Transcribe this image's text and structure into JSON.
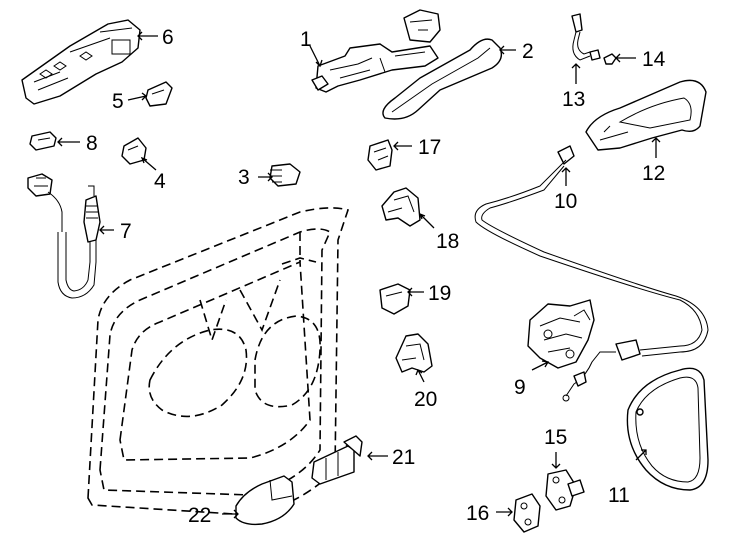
{
  "diagram": {
    "callouts": [
      {
        "id": "1",
        "label": "1"
      },
      {
        "id": "2",
        "label": "2"
      },
      {
        "id": "3",
        "label": "3"
      },
      {
        "id": "4",
        "label": "4"
      },
      {
        "id": "5",
        "label": "5"
      },
      {
        "id": "6",
        "label": "6"
      },
      {
        "id": "7",
        "label": "7"
      },
      {
        "id": "8",
        "label": "8"
      },
      {
        "id": "9",
        "label": "9"
      },
      {
        "id": "10",
        "label": "10"
      },
      {
        "id": "11",
        "label": "11"
      },
      {
        "id": "12",
        "label": "12"
      },
      {
        "id": "13",
        "label": "13"
      },
      {
        "id": "14",
        "label": "14"
      },
      {
        "id": "15",
        "label": "15"
      },
      {
        "id": "16",
        "label": "16"
      },
      {
        "id": "17",
        "label": "17"
      },
      {
        "id": "18",
        "label": "18"
      },
      {
        "id": "19",
        "label": "19"
      },
      {
        "id": "20",
        "label": "20"
      },
      {
        "id": "21",
        "label": "21"
      },
      {
        "id": "22",
        "label": "22"
      }
    ]
  }
}
